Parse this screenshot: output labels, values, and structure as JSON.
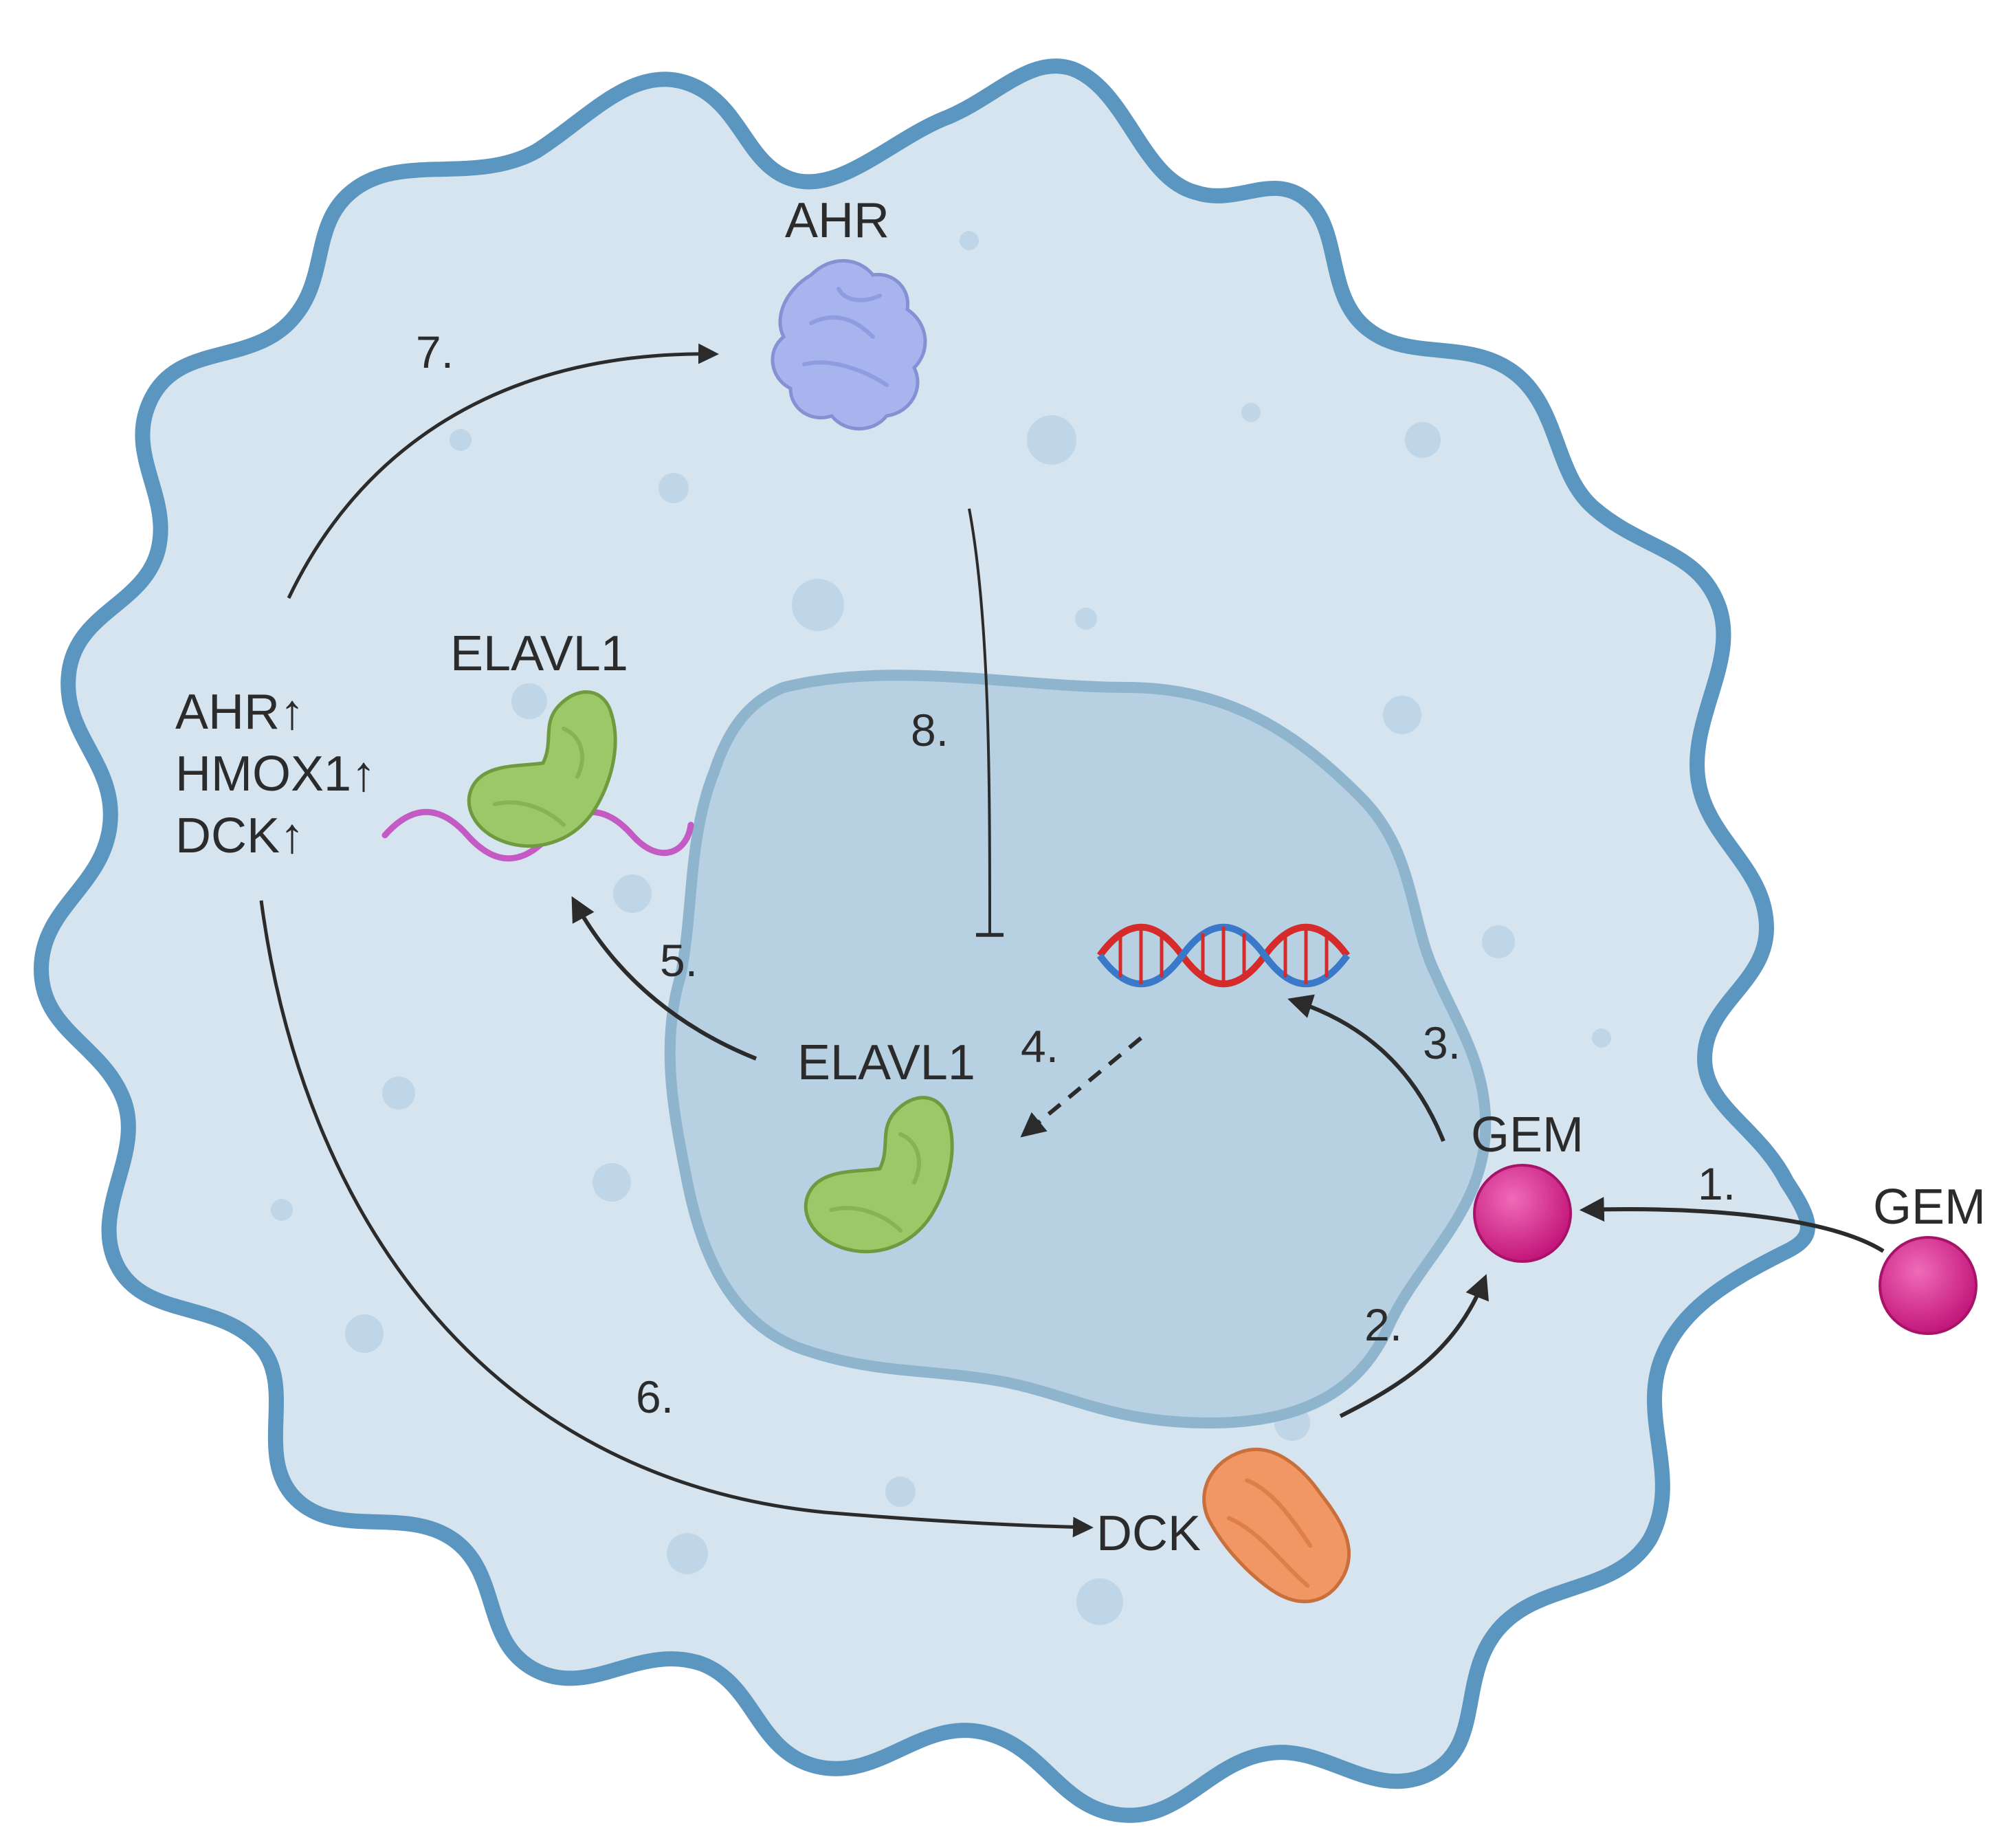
{
  "colors": {
    "membrane": "#5a96bf",
    "cytoplasm": "#d5e4ef",
    "nucleus_fill": "#b7d1e3",
    "nucleus_border": "#8fb4cd",
    "vesicle": "#bed6e7",
    "gem": "#d6248c",
    "elavl1": "#9cc868",
    "ahr": "#a7b4ee",
    "dck": "#f09763",
    "mrna": "#c45ac4",
    "dna_red": "#d62b2b",
    "dna_blue": "#3a78c9",
    "arrow": "#2b2b2b"
  },
  "labels": {
    "ahr_top": "AHR",
    "elavl1_cytoplasm": "ELAVL1",
    "elavl1_nucleus": "ELAVL1",
    "gem_inside": "GEM",
    "gem_outside": "GEM",
    "dck": "DCK",
    "upregulated": [
      {
        "gene": "AHR",
        "arrow": "↑"
      },
      {
        "gene": "HMOX1",
        "arrow": "↑"
      },
      {
        "gene": "DCK",
        "arrow": "↑"
      }
    ]
  },
  "steps": {
    "s1": "1.",
    "s2": "2.",
    "s3": "3.",
    "s4": "4.",
    "s5": "5.",
    "s6": "6.",
    "s7": "7.",
    "s8": "8."
  },
  "icons": {
    "ahr_protein": "protein-blob-icon",
    "elavl1_protein": "protein-blob-icon",
    "dck_protein": "protein-blob-icon",
    "gem_molecule": "sphere-icon",
    "dna": "dna-helix-icon",
    "mrna": "mrna-strand-icon"
  }
}
